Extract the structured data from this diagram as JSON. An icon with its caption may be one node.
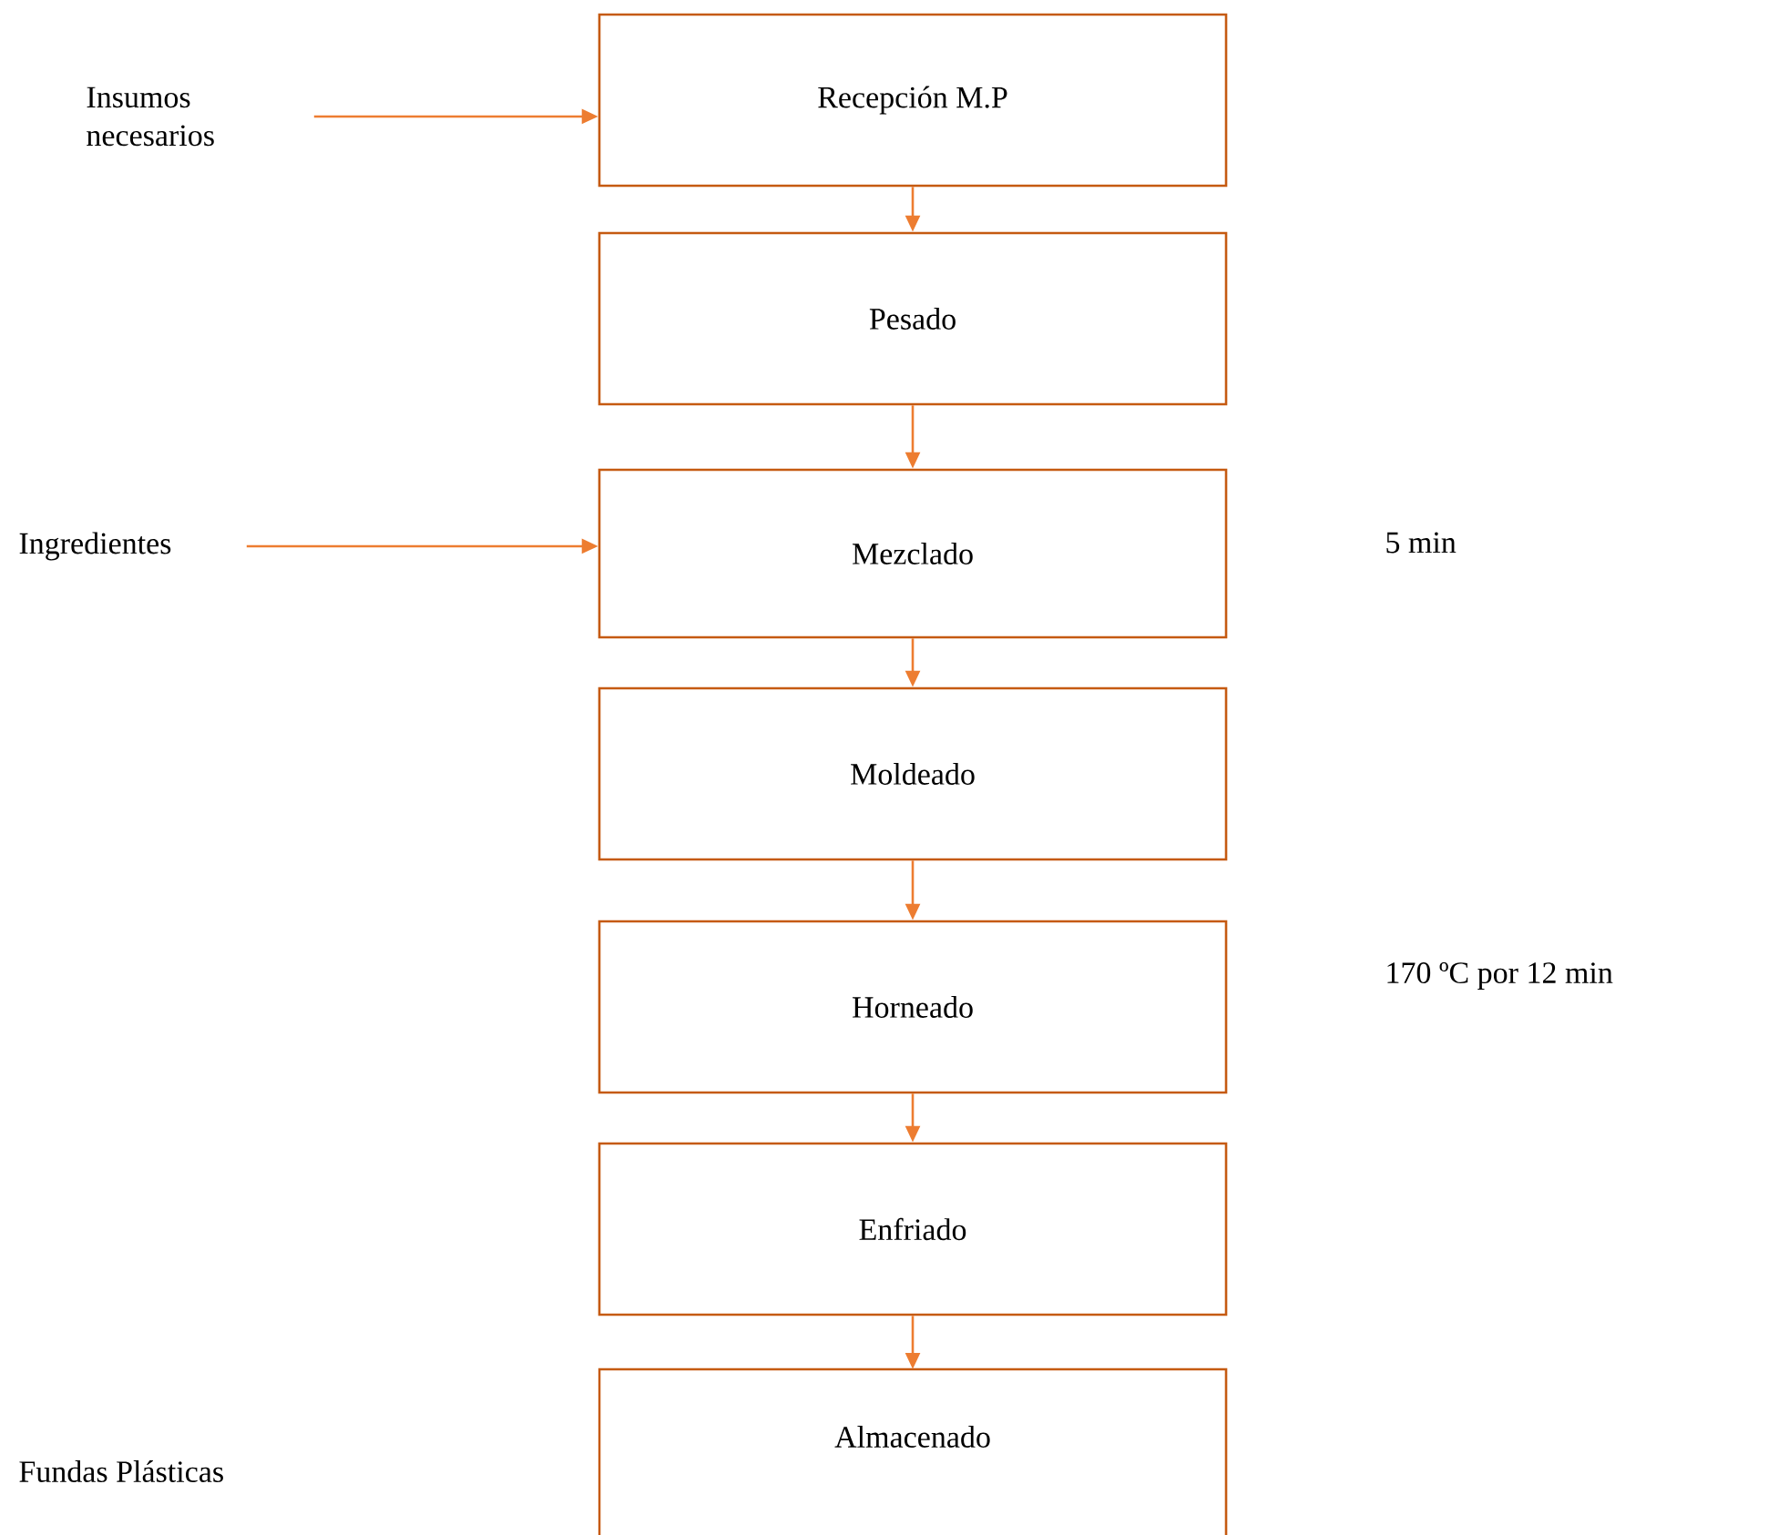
{
  "diagram": {
    "nodes": [
      {
        "text": [
          "Recepción M.P"
        ]
      },
      {
        "text": [
          "Pesado"
        ]
      },
      {
        "text": [
          "Mezclado"
        ]
      },
      {
        "text": [
          "Moldeado"
        ]
      },
      {
        "text": [
          "Horneado"
        ]
      },
      {
        "text": [
          "Enfriado"
        ]
      },
      {
        "text": [
          "Almacenado"
        ]
      },
      {
        "text": [
          "Insumos necesarios"
        ]
      },
      {
        "text": [
          "Ingredientes"
        ]
      }
    ],
    "edges": [
      {
        "from": 7,
        "to": 0,
        "arrow": "to"
      },
      {
        "from": 0,
        "to": 1,
        "arrow": "to"
      },
      {
        "from": 1,
        "to": 2,
        "arrow": "to"
      },
      {
        "from": 8,
        "to": 2,
        "arrow": "to"
      },
      {
        "from": 2,
        "to": 3,
        "arrow": "to"
      },
      {
        "from": 3,
        "to": 4,
        "arrow": "to"
      },
      {
        "from": 4,
        "to": 5,
        "arrow": "to"
      },
      {
        "from": 5,
        "to": 6,
        "arrow": "to"
      }
    ],
    "labels": [
      "5 min",
      "170 ºC por 12 min",
      "Fundas Plásticas"
    ]
  }
}
